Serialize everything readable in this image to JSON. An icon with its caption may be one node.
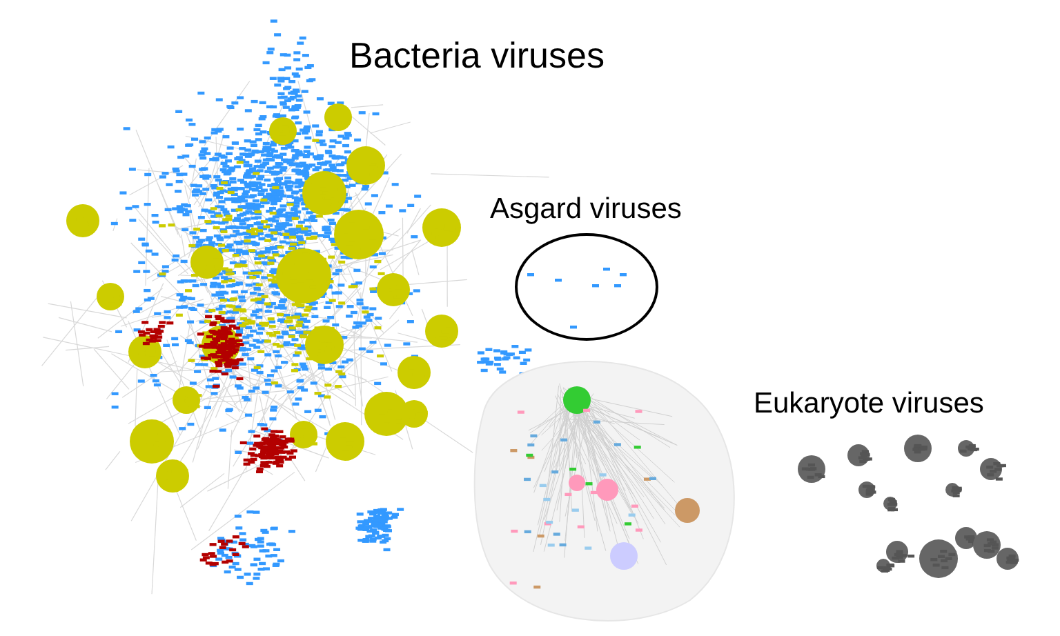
{
  "diagram": {
    "nodes": [
      {
        "text": [
          "Asgard viruses"
        ]
      }
    ],
    "labels": [
      "Bacteria viruses",
      "Eukaryote viruses"
    ]
  }
}
